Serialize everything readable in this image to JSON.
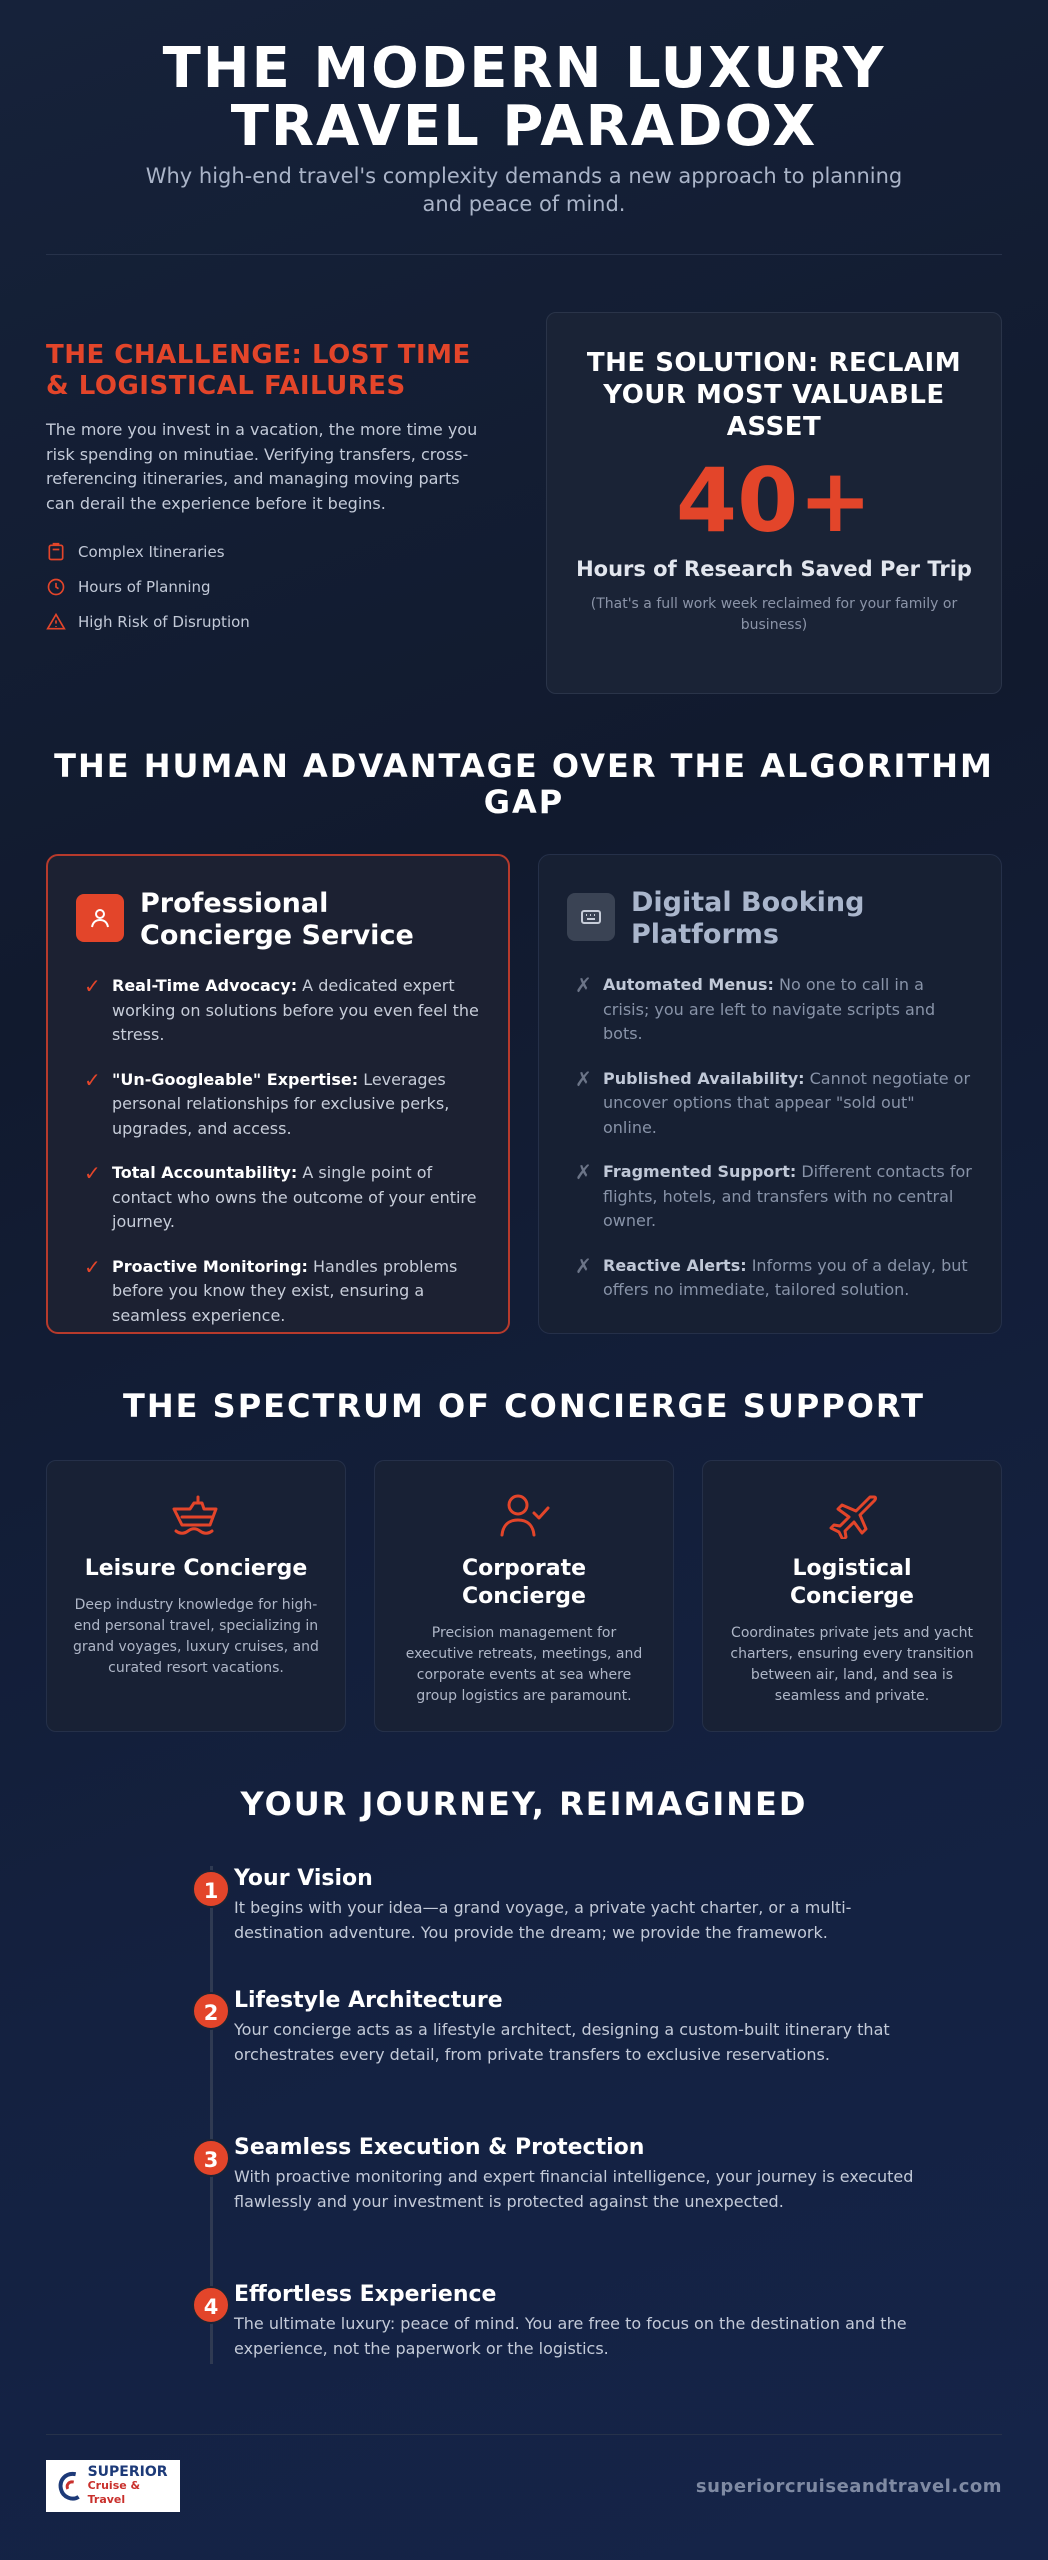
{
  "header": {
    "title": "THE MODERN LUXURY TRAVEL PARADOX",
    "subtitle": "Why high-end travel's complexity demands a new approach to planning and peace of mind."
  },
  "challenge": {
    "title": "THE CHALLENGE: LOST TIME & LOGISTICAL FAILURES",
    "text": "The more you invest in a vacation, the more time you risk spending on minutiae. Verifying transfers, cross-referencing itineraries, and managing moving parts can derail the experience before it begins.",
    "bullets": [
      {
        "icon": "clipboard-icon",
        "label": "Complex Itineraries"
      },
      {
        "icon": "clock-icon",
        "label": "Hours of Planning"
      },
      {
        "icon": "warning-icon",
        "label": "High Risk of Disruption"
      }
    ]
  },
  "solution": {
    "title": "THE SOLUTION: RECLAIM YOUR MOST VALUABLE ASSET",
    "number": "40+",
    "caption": "Hours of Research Saved Per Trip",
    "note": "(That's a full work week reclaimed for your family or business)"
  },
  "advantage": {
    "title": "THE HUMAN ADVANTAGE OVER THE ALGORITHM GAP",
    "concierge": {
      "title": "Professional Concierge Service",
      "icon": "person-icon",
      "items": [
        {
          "label": "Real-Time Advocacy:",
          "text": " A dedicated expert working on solutions before you even feel the stress."
        },
        {
          "label": "\"Un-Googleable\" Expertise:",
          "text": " Leverages personal relationships for exclusive perks, upgrades, and access."
        },
        {
          "label": "Total Accountability:",
          "text": " A single point of contact who owns the outcome of your entire journey."
        },
        {
          "label": "Proactive Monitoring:",
          "text": " Handles problems before you know they exist, ensuring a seamless experience."
        }
      ]
    },
    "digital": {
      "title": "Digital Booking Platforms",
      "icon": "keyboard-icon",
      "items": [
        {
          "label": "Automated Menus:",
          "text": " No one to call in a crisis; you are left to navigate scripts and bots."
        },
        {
          "label": "Published Availability:",
          "text": " Cannot negotiate or uncover options that appear \"sold out\" online."
        },
        {
          "label": "Fragmented Support:",
          "text": " Different contacts for flights, hotels, and transfers with no central owner."
        },
        {
          "label": "Reactive Alerts:",
          "text": " Informs you of a delay, but offers no immediate, tailored solution."
        }
      ]
    },
    "check_mark": "✓",
    "cross_mark": "✗"
  },
  "spectrum": {
    "title": "THE SPECTRUM OF CONCIERGE SUPPORT",
    "cards": [
      {
        "icon": "ship-icon",
        "title": "Leisure Concierge",
        "text": "Deep industry knowledge for high-end personal travel, specializing in grand voyages, luxury cruises, and curated resort vacations."
      },
      {
        "icon": "user-check-icon",
        "title": "Corporate Concierge",
        "text": "Precision management for executive retreats, meetings, and corporate events at sea where group logistics are paramount."
      },
      {
        "icon": "plane-icon",
        "title": "Logistical Concierge",
        "text": "Coordinates private jets and yacht charters, ensuring every transition between air, land, and sea is seamless and private."
      }
    ]
  },
  "journey": {
    "title": "YOUR JOURNEY, REIMAGINED",
    "steps": [
      {
        "number": "1",
        "title": "Your Vision",
        "text": "It begins with your idea—a grand voyage, a private yacht charter, or a multi-destination adventure. You provide the dream; we provide the framework."
      },
      {
        "number": "2",
        "title": "Lifestyle Architecture",
        "text": "Your concierge acts as a lifestyle architect, designing a custom-built itinerary that orchestrates every detail, from private transfers to exclusive reservations."
      },
      {
        "number": "3",
        "title": "Seamless Execution & Protection",
        "text": "With proactive monitoring and expert financial intelligence, your journey is executed flawlessly and your investment is protected against the unexpected."
      },
      {
        "number": "4",
        "title": "Effortless Experience",
        "text": "The ultimate luxury: peace of mind. You are free to focus on the destination and the experience, not the paperwork or the logistics."
      }
    ]
  },
  "footer": {
    "logo_line1": "SUPERIOR",
    "logo_line2": "Cruise & Travel",
    "url": "superiorcruiseandtravel.com"
  },
  "colors": {
    "accent": "#e3452a",
    "background": "#131c30",
    "card": "#1a2336"
  }
}
